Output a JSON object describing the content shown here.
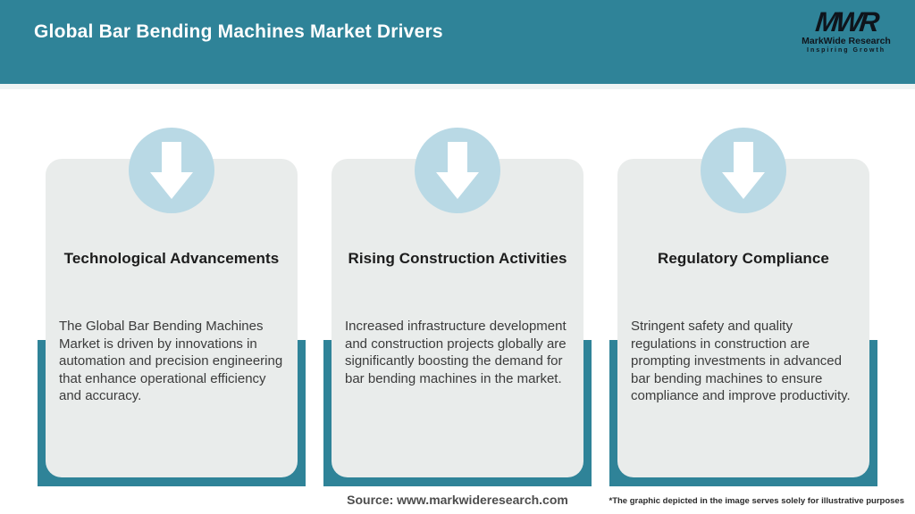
{
  "header": {
    "title": "Global Bar Bending Machines Market Drivers",
    "logo": {
      "monogram": "MWR",
      "name": "MarkWide Research",
      "tagline": "Inspiring Growth"
    }
  },
  "colors": {
    "header_teal": "#2f8398",
    "card_background": "#e9eceb",
    "icon_circle_blue": "#b9d9e5",
    "title_text": "#1c1c1c",
    "body_text": "#3b3b3b"
  },
  "cards": [
    {
      "icon": "down-arrow-icon",
      "title": "Technological Advancements",
      "body": "The Global Bar Bending Machines Market is driven by innovations in automation and precision engineering that enhance operational efficiency and accuracy."
    },
    {
      "icon": "down-arrow-icon",
      "title": "Rising Construction Activities",
      "body": "Increased infrastructure development and construction projects globally are significantly boosting the demand for bar bending machines in the market."
    },
    {
      "icon": "down-arrow-icon",
      "title": "Regulatory Compliance",
      "body": "Stringent safety and quality regulations in construction are prompting investments in advanced bar bending machines to ensure compliance and improve productivity."
    }
  ],
  "footer": {
    "source": "Source: www.markwideresearch.com",
    "disclaimer": "*The graphic depicted in the image serves solely for illustrative purposes"
  }
}
